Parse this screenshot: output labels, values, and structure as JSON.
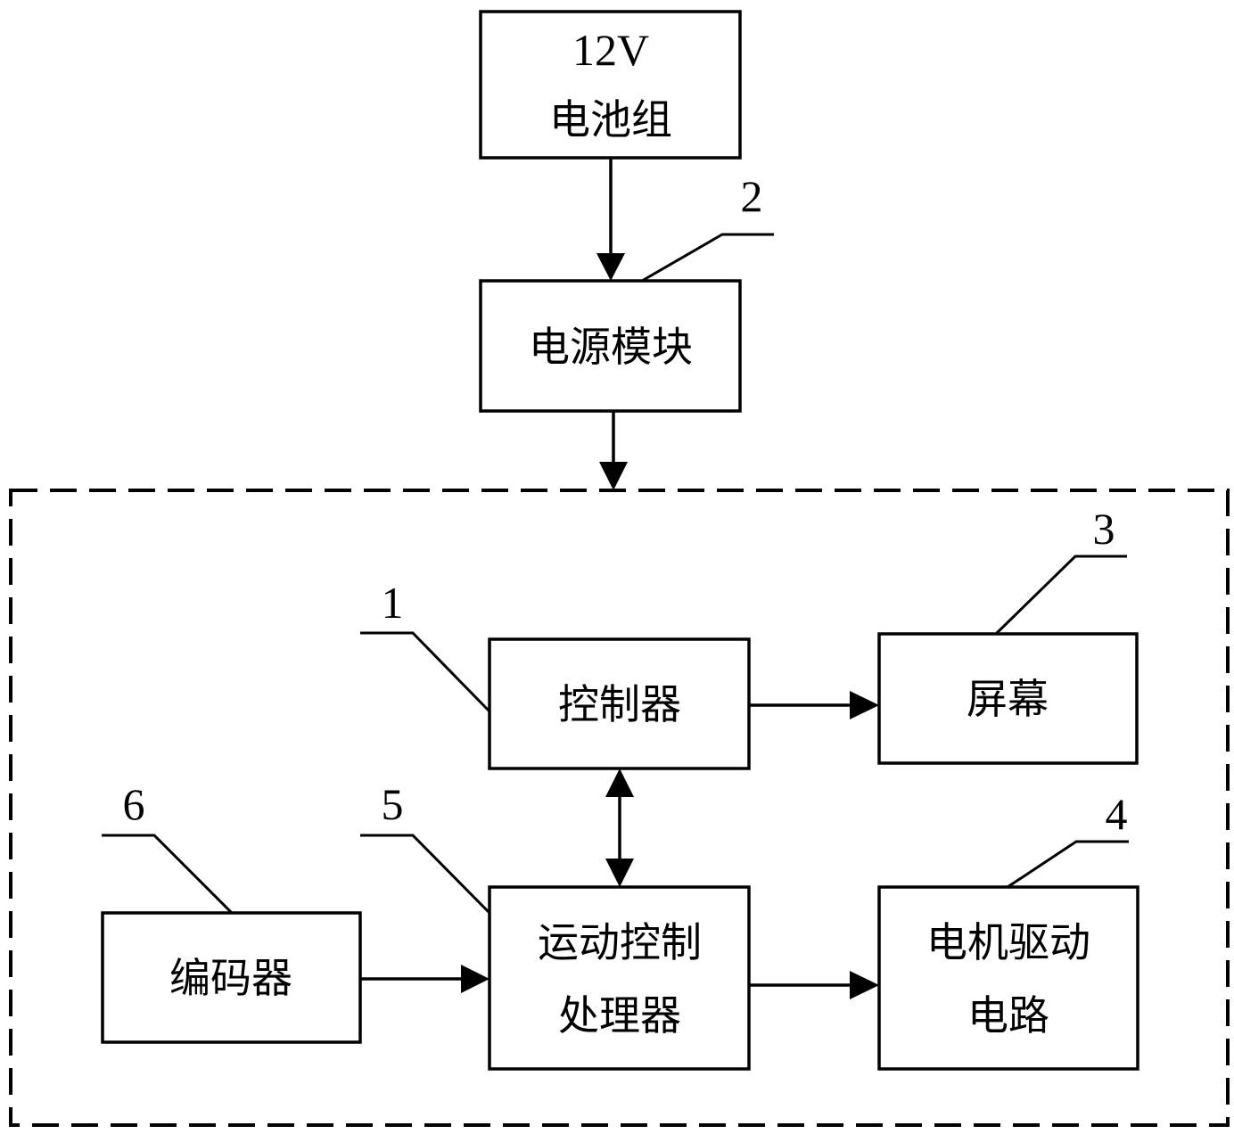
{
  "diagram": {
    "title": "",
    "nodes": {
      "battery": {
        "lines": [
          "12V",
          "电池组"
        ]
      },
      "power_module": {
        "lines": [
          "电源模块"
        ],
        "ref": "2"
      },
      "controller": {
        "lines": [
          "控制器"
        ],
        "ref": "1"
      },
      "screen": {
        "lines": [
          "屏幕"
        ],
        "ref": "3"
      },
      "motion_processor": {
        "lines": [
          "运动控制",
          "处理器"
        ],
        "ref": "5"
      },
      "motor_driver": {
        "lines": [
          "电机驱动",
          "电路"
        ],
        "ref": "4"
      },
      "encoder": {
        "lines": [
          "编码器"
        ],
        "ref": "6"
      }
    },
    "edges": [
      {
        "from": "battery",
        "to": "power_module",
        "type": "arrow"
      },
      {
        "from": "power_module",
        "to": "control_group",
        "type": "arrow"
      },
      {
        "from": "controller",
        "to": "screen",
        "type": "arrow"
      },
      {
        "from": "controller",
        "to": "motion_processor",
        "type": "bidirectional"
      },
      {
        "from": "encoder",
        "to": "motion_processor",
        "type": "arrow"
      },
      {
        "from": "motion_processor",
        "to": "motor_driver",
        "type": "arrow"
      }
    ],
    "group": {
      "name": "control_group",
      "style": "dashed",
      "members": [
        "controller",
        "screen",
        "motion_processor",
        "motor_driver",
        "encoder"
      ]
    }
  }
}
